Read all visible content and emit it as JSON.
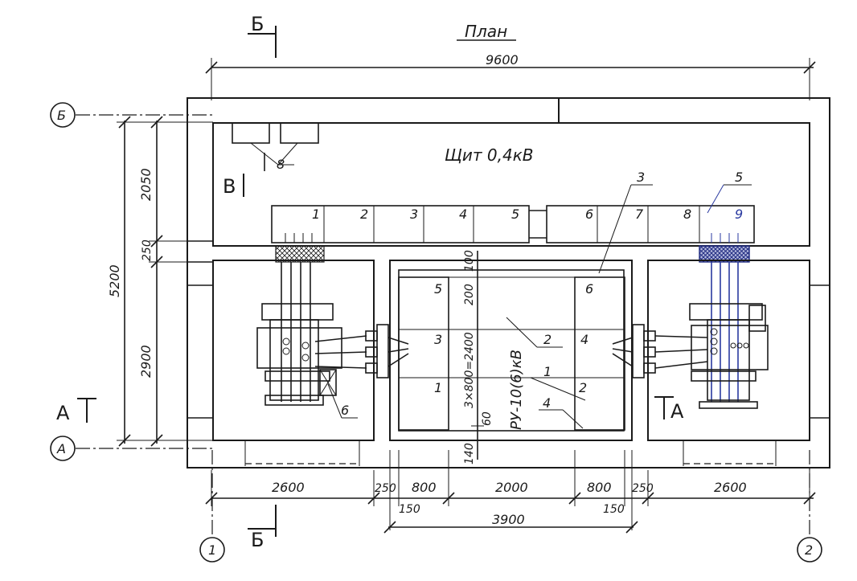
{
  "title": "План",
  "section_marks": {
    "top": "Б",
    "bottom": "Б"
  },
  "view_marks": {
    "v": "В",
    "a_left": "А",
    "a_right": "А"
  },
  "axes": {
    "b": "Б",
    "a": "А",
    "one": "1",
    "two": "2"
  },
  "rooms": {
    "panel": "Щит 0,4кВ",
    "ru": "РУ-10(6)кВ"
  },
  "dims": {
    "total_top": "9600",
    "h_2050": "2050",
    "h_250": "250",
    "h_5200": "5200",
    "h_2900": "2900",
    "b_2600_left": "2600",
    "b_250_left": "250",
    "b_800_left": "800",
    "b_2000": "2000",
    "b_800_right": "800",
    "b_250_right": "250",
    "b_2600_right": "2600",
    "b_150_left": "150",
    "b_150_right": "150",
    "b_3900": "3900",
    "v_100": "100",
    "v_200": "200",
    "v_3x800": "3×800=2400",
    "v_60": "60",
    "v_140": "140"
  },
  "panel_cells": [
    "1",
    "2",
    "3",
    "4",
    "5",
    "6",
    "7",
    "8",
    "9"
  ],
  "cells_left": [
    "5",
    "3",
    "1"
  ],
  "cells_right": [
    "6",
    "4",
    "2"
  ],
  "callouts": {
    "c1": "1",
    "c2": "2",
    "c3": "3",
    "c4": "4",
    "c5": "5",
    "c6": "6",
    "c8": "8"
  }
}
